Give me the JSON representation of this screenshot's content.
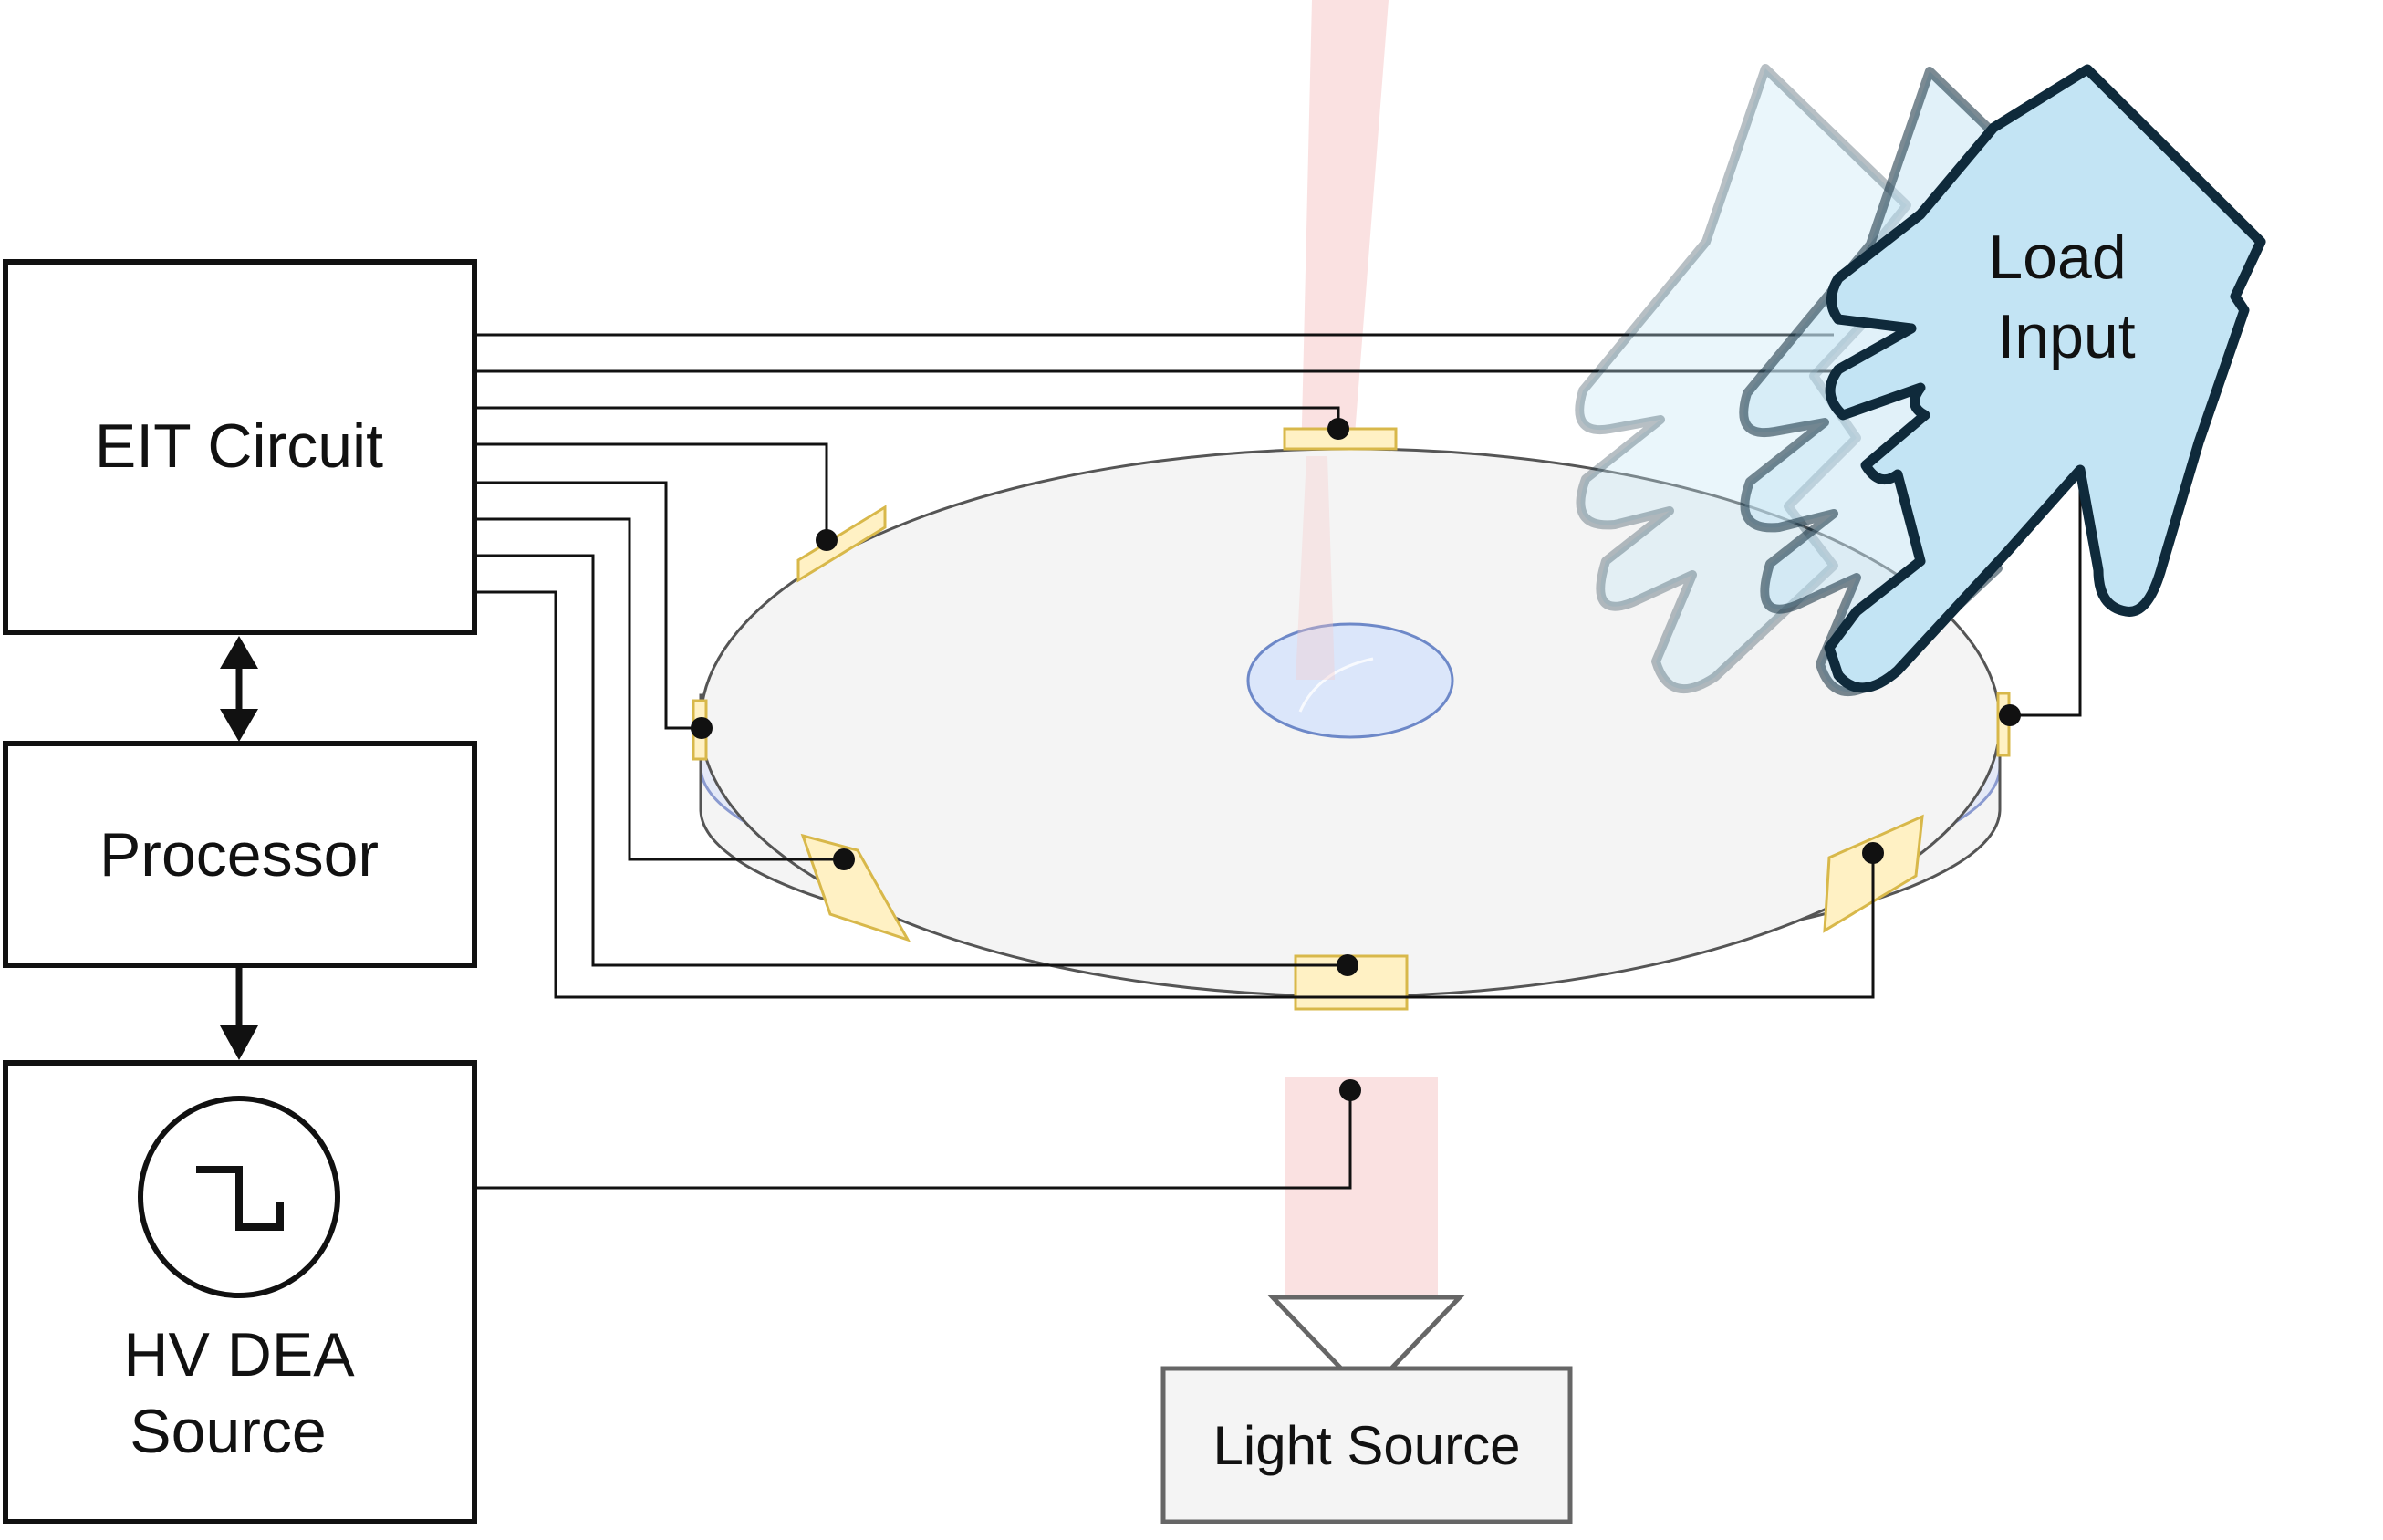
{
  "blocks": {
    "eit": "EIT Circuit",
    "processor": "Processor",
    "hv_line1": "HV DEA",
    "hv_line2": "Source",
    "light": "Light Source"
  },
  "load": {
    "line1": "Load",
    "line2": "Input"
  },
  "colors": {
    "beam": "#f6c9c9",
    "lens": "#dbe6fa",
    "hand": "#c3e4f4",
    "hand_outline": "#0f2a3b",
    "electrode": "#fff1c4",
    "disk": "#f4f4f4",
    "membrane": "#e4e9f7"
  }
}
